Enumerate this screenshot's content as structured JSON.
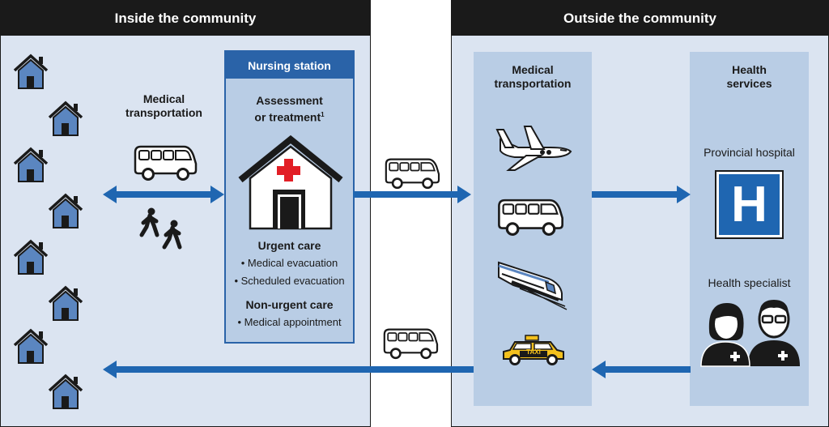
{
  "inside": {
    "header": "Inside the community",
    "transport_label_line1": "Medical",
    "transport_label_line2": "transportation"
  },
  "station": {
    "header": "Nursing station",
    "assessment_line1": "Assessment",
    "assessment_line2": "or treatment",
    "footnote": "1",
    "urgent_title": "Urgent care",
    "urgent_items": [
      "• Medical evacuation",
      "• Scheduled evacuation"
    ],
    "nonurgent_title": "Non-urgent care",
    "nonurgent_items": [
      "• Medical appointment"
    ]
  },
  "outside": {
    "header": "Outside the community",
    "transport_line1": "Medical",
    "transport_line2": "transportation",
    "health_line1": "Health",
    "health_line2": "services",
    "hospital_label": "Provincial hospital",
    "hospital_letter": "H",
    "specialist_label": "Health specialist",
    "taxi_text": "TAXI"
  },
  "colors": {
    "panel_bg": "#dbe4f1",
    "column_bg": "#b9cde5",
    "header_bg": "#1a1a1a",
    "accent_blue": "#2a63a8",
    "arrow_blue": "#1f66b1",
    "house_blue": "#5b86c0",
    "red_cross": "#e21f26",
    "taxi_yellow": "#f3c01d"
  },
  "icons": [
    "house-icon",
    "van-icon",
    "walking-people-icon",
    "nursing-station-icon",
    "airplane-icon",
    "train-icon",
    "taxi-icon",
    "hospital-icon",
    "health-specialist-icon",
    "arrow-icon"
  ]
}
